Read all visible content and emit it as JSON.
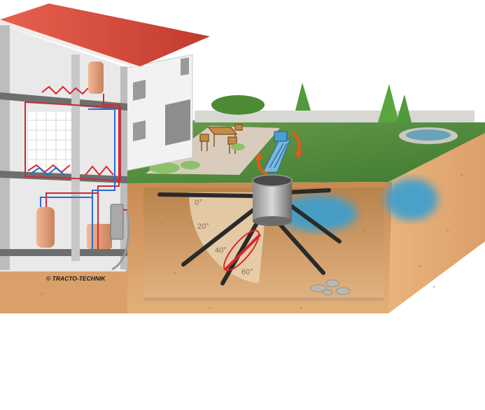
{
  "copyright": "© TRACTO-TECHNIK",
  "angle_scale": {
    "labels": [
      "0°",
      "20°",
      "40°",
      "60°"
    ]
  },
  "colors": {
    "roof": "#d9483b",
    "lawn": "#4f8a3c",
    "soil_side": "#d9a36a",
    "soil_cut": "#c98e56",
    "groundwater": "#3a9fd0",
    "pipe_hot": "#d8262e",
    "pipe_cold": "#2a6bd0",
    "probe": "#2a2a2a",
    "tank": "#e3a07a",
    "arrow": "#e8581b"
  }
}
